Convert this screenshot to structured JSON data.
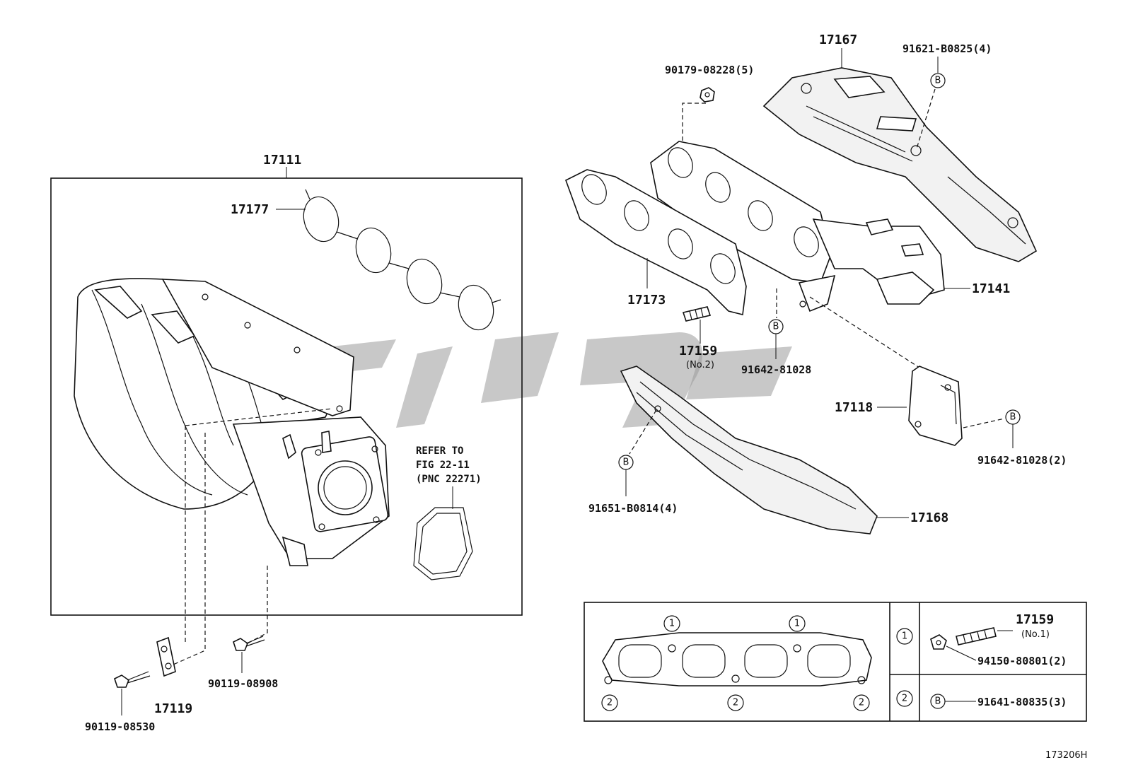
{
  "labels": {
    "p17111": "17111",
    "p17177": "17177",
    "refer1": "REFER TO",
    "refer2": "FIG 22-11",
    "refer3": "(PNC 22271)",
    "p17119": "17119",
    "p90119_08530": "90119-08530",
    "p90119_08908": "90119-08908",
    "p90179": "90179-08228(5)",
    "p17167": "17167",
    "p91621": "91621-B0825(4)",
    "p17173": "17173",
    "p17141": "17141",
    "p17159": "17159",
    "p17159_no2": "(No.2)",
    "p91642_a": "91642-81028",
    "p17118": "17118",
    "p91642_b": "91642-81028(2)",
    "p91651": "91651-B0814(4)",
    "p17168": "17168",
    "inset_17159": "17159",
    "inset_17159_no1": "(No.1)",
    "inset_94150": "94150-80801(2)",
    "inset_91641": "91641-80835(3)",
    "figure_code": "173206H"
  },
  "callouts": {
    "b": "B",
    "one": "1",
    "two": "2"
  }
}
